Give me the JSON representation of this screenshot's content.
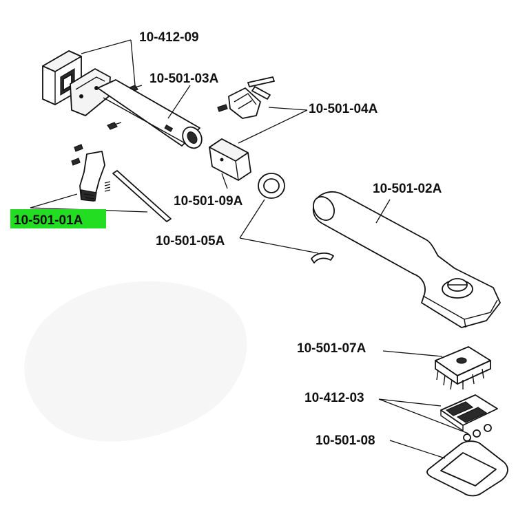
{
  "labels": {
    "p1": "10-412-09",
    "p2": "10-501-03A",
    "p3": "10-501-04A",
    "p4": "10-501-09A",
    "p5": "10-501-01A",
    "p6": "10-501-05A",
    "p7": "10-501-02A",
    "p8": "10-501-07A",
    "p9": "10-412-03",
    "p10": "10-501-08"
  },
  "colors": {
    "highlight": "#22dd22"
  }
}
